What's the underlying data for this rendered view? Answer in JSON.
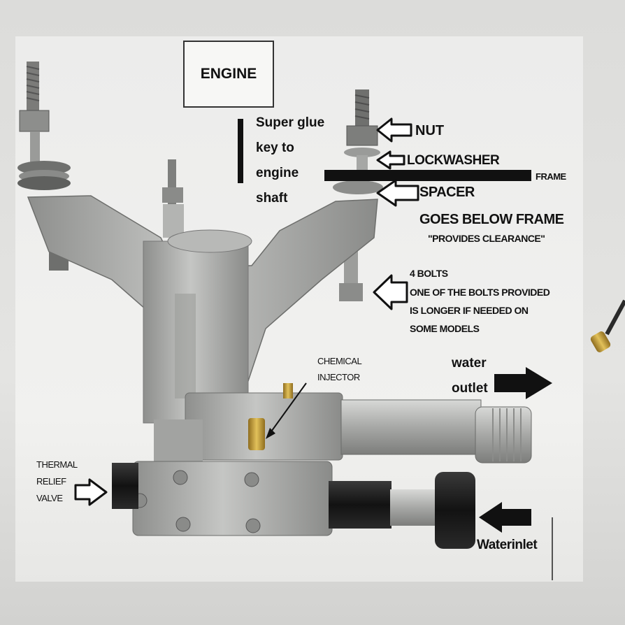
{
  "diagram": {
    "engine_label": "ENGINE",
    "superglue_label": [
      "Super glue",
      "key to",
      "engine",
      "shaft"
    ],
    "nut_label": "NUT",
    "lockwasher_label": "LOCKWASHER",
    "frame_label": "FRAME",
    "spacer_label": "SPACER",
    "goes_below_label": "GOES BELOW FRAME",
    "clearance_label": "\"PROVIDES CLEARANCE\"",
    "bolts_label": [
      "4 BOLTS",
      "ONE OF THE BOLTS PROVIDED",
      "IS LONGER  IF NEEDED ON",
      "SOME MODELS"
    ],
    "chemical_label": [
      "CHEMICAL",
      "INJECTOR"
    ],
    "water_outlet_label": [
      "water",
      "outlet"
    ],
    "thermal_label": [
      "THERMAL",
      "RELIEF",
      "VALVE"
    ],
    "water_inlet_label": "Waterinlet"
  },
  "colors": {
    "metal": "#a9aaa8",
    "metal_dark": "#7d7e7c",
    "brass": "#c9a23a",
    "hose_black": "#1c1c1c",
    "text": "#111111"
  }
}
